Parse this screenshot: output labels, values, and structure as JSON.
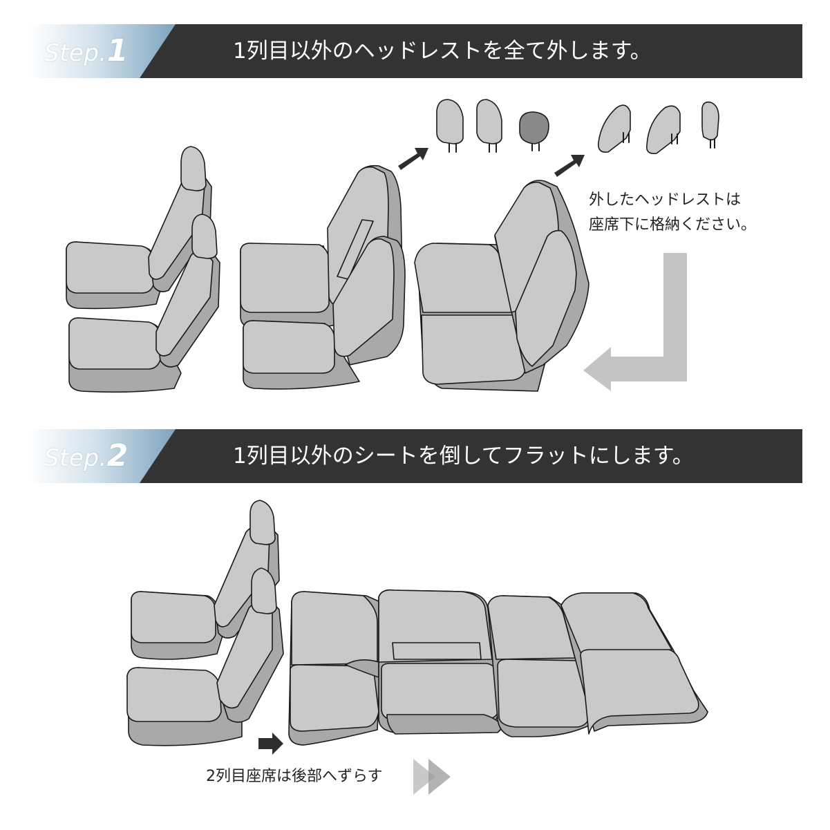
{
  "step1": {
    "tag_word": "Step.",
    "tag_num": "1",
    "heading": "1列目以外のヘッドレストを全て外します。",
    "note_lines": [
      "外したヘッドレストは",
      "座席下に格納ください。"
    ]
  },
  "step2": {
    "tag_word": "Step.",
    "tag_num": "2",
    "heading": "1列目以外のシートを倒してフラットにします。",
    "note": "2列目座席は後部へずらす"
  },
  "colors": {
    "header_dark": "#333333",
    "tag_gradient_start": "#ffffff",
    "tag_gradient_end": "#7ea4bf",
    "seat_fill": "#c9c9c9",
    "seat_side": "#a9a9a9",
    "headrest_dark": "#8a8a8a",
    "arrow_gray": "#c4c4c4",
    "arrow_dark": "#2e2e2e"
  }
}
